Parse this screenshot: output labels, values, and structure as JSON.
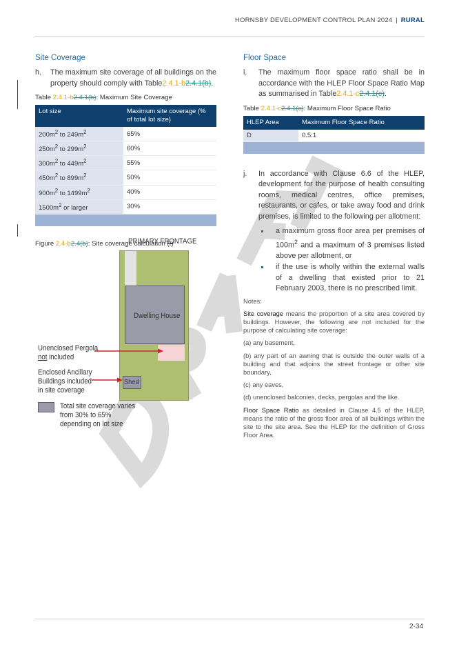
{
  "header": {
    "title": "HORNSBY DEVELOPMENT CONTROL PLAN 2024",
    "separator": "|",
    "section": "RURAL"
  },
  "page_number": "2-34",
  "left": {
    "heading": "Site Coverage",
    "para_h": {
      "label": "h.",
      "text": "The maximum site coverage of all buildings on the property should comply with Table",
      "ref_new": "2.4.1-b",
      "ref_del": "2.4.1(b)",
      "end": "."
    },
    "table_caption": {
      "prefix": "Table ",
      "ref_new": "2.4.1-b",
      "ref_del": "2.4.1(b)",
      "text": ": Maximum Site Coverage"
    },
    "table": {
      "headers": [
        "Lot size",
        "Maximum site coverage (% of total lot size)"
      ],
      "rows": [
        {
          "lot": "200m",
          "lot2": " to 249m",
          "value": "65%"
        },
        {
          "lot": "250m",
          "lot2": " to 299m",
          "value": "60%"
        },
        {
          "lot": "300m",
          "lot2": " to 449m",
          "value": "55%"
        },
        {
          "lot": "450m",
          "lot2": " to 899m",
          "value": "50%"
        },
        {
          "lot": "900m",
          "lot2": " to 1499m",
          "value": "40%"
        },
        {
          "lot": "1500m",
          "lot2": " or larger",
          "value": "30%"
        }
      ],
      "superscript": "2"
    },
    "figure_caption": {
      "prefix": "Figure ",
      "ref_new": "2.4-b",
      "ref_del": "2.4(b)",
      "text": ": Site coverage calculation ",
      "suffix_del": "(I)"
    },
    "diagram": {
      "frontage": "PRIMARY FRONTAGE",
      "house": "Dwelling House",
      "pergola_line1": "Unenclosed Pergola",
      "pergola_line2_u": "not",
      "pergola_line2": " included",
      "ancillary_line1": "Enclosed Ancillary",
      "ancillary_line2": "Buildings included",
      "ancillary_line3": "in   site   coverage",
      "shed": "Shed",
      "legend_line1": "Total site coverage varies",
      "legend_line2": "from 30% to 65%",
      "legend_line3": "depending on lot size",
      "colors": {
        "lot": "#aebf72",
        "building": "#9b9aa8",
        "pergola": "#f5d3d6",
        "arrow": "#d0202a"
      }
    }
  },
  "right": {
    "heading": "Floor Space",
    "para_i": {
      "label": "i.",
      "text": "The maximum floor space ratio shall be in accordance with the HLEP Floor Space Ratio Map as summarised in Table",
      "ref_new": "2.4.1-c",
      "ref_del": "2.4.1(c)",
      "end": "."
    },
    "table_caption": {
      "prefix": "Table ",
      "ref_new": "2.4.1-c",
      "ref_del": "2.4.1(c)",
      "text": ": Maximum Floor Space Ratio"
    },
    "table": {
      "headers": [
        "HLEP Area",
        "Maximum Floor Space Ratio"
      ],
      "rows": [
        {
          "area": "D",
          "ratio": "0.5:1"
        }
      ]
    },
    "para_j": {
      "label": "j.",
      "text": "In accordance with Clause 6.6 of the HLEP, development for the purpose of health consulting rooms, medical centres, office premises, restaurants, or cafes, or take away food and drink premises, is limited to the following per allotment:"
    },
    "bullet1": {
      "a": "a maximum gross floor area per premises of 100m",
      "sup": "2",
      "b": " and a maximum of 3 premises listed above per allotment, or"
    },
    "bullet2": "if the use is wholly within the external walls of a dwelling that existed prior to 21 February 2003, there is no prescribed limit.",
    "notes": {
      "title": "Notes:",
      "site_coverage_term": "Site coverage",
      "site_coverage_text": " means the proportion of a site area covered by buildings. However, the following are not included for the purpose of calculating site coverage:",
      "a": "(a) any basement,",
      "b": "(b) any part of an awning that is outside the outer walls of a building and that adjoins the street frontage or other site boundary,",
      "c": "(c) any eaves,",
      "d": "(d) unenclosed balconies, decks, pergolas and the like.",
      "fsr_term": "Floor Space Ratio",
      "fsr_text": " as detailed in Clause 4.5 of the HLEP, means the ratio of the gross floor area of all buildings within the site to the site area. See the HLEP for the definition of Gross Floor Area."
    }
  }
}
